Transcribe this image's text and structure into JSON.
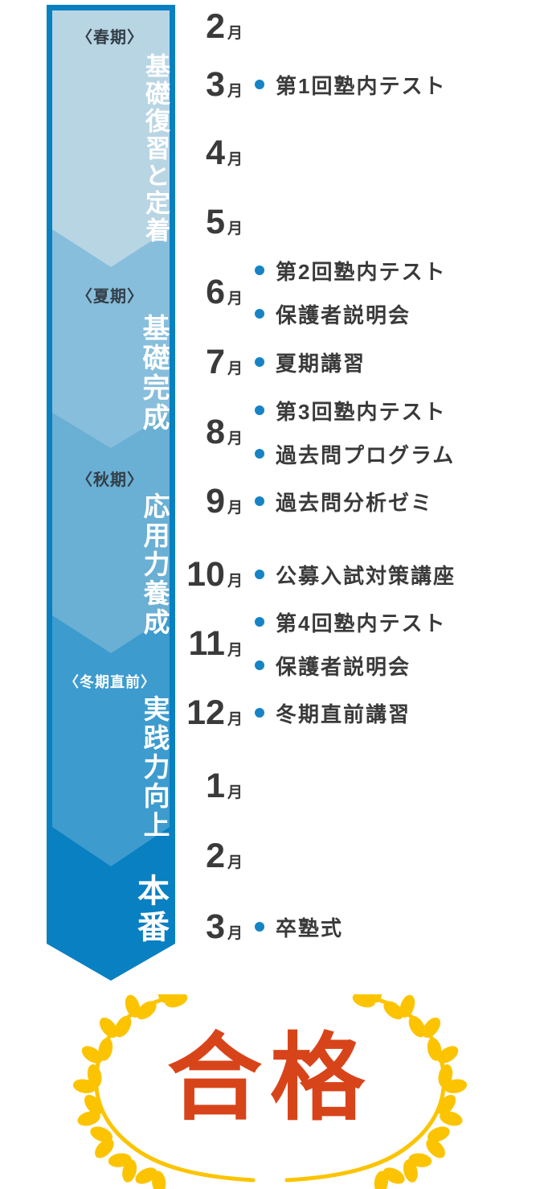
{
  "phases": [
    {
      "tag": "〈春期〉",
      "title": "基礎復習と定着",
      "color": "#b8d5e4",
      "tag_color": "dark"
    },
    {
      "tag": "〈夏期〉",
      "title": "基礎完成",
      "color": "#87bedc",
      "tag_color": "dark"
    },
    {
      "tag": "〈秋期〉",
      "title": "応用力養成",
      "color": "#6aafd4",
      "tag_color": "dark"
    },
    {
      "tag": "〈冬期直前〉",
      "title": "実践力向上",
      "color": "#3d9bce",
      "tag_color": "white"
    },
    {
      "tag": "",
      "title": "本番",
      "color": "#0880c2",
      "tag_color": "white"
    }
  ],
  "timeline": {
    "months": [
      {
        "num": "2",
        "suffix": "月",
        "events": []
      },
      {
        "num": "3",
        "suffix": "月",
        "events": [
          "第1回塾内テスト"
        ]
      },
      {
        "num": "4",
        "suffix": "月",
        "events": []
      },
      {
        "num": "5",
        "suffix": "月",
        "events": []
      },
      {
        "num": "6",
        "suffix": "月",
        "events": [
          "第2回塾内テスト",
          "保護者説明会"
        ]
      },
      {
        "num": "7",
        "suffix": "月",
        "events": [
          "夏期講習"
        ]
      },
      {
        "num": "8",
        "suffix": "月",
        "events": [
          "第3回塾内テスト",
          "過去問プログラム"
        ]
      },
      {
        "num": "9",
        "suffix": "月",
        "events": [
          "過去問分析ゼミ"
        ]
      },
      {
        "num": "10",
        "suffix": "月",
        "events": [
          "公募入試対策講座"
        ]
      },
      {
        "num": "11",
        "suffix": "月",
        "events": [
          "第4回塾内テスト",
          "保護者説明会"
        ]
      },
      {
        "num": "12",
        "suffix": "月",
        "events": [
          "冬期直前講習"
        ]
      },
      {
        "num": "1",
        "suffix": "月",
        "events": []
      },
      {
        "num": "2",
        "suffix": "月",
        "events": []
      },
      {
        "num": "3",
        "suffix": "月",
        "events": [
          "卒塾式"
        ]
      }
    ]
  },
  "result": {
    "text": "合格"
  },
  "colors": {
    "ribbon_border": "#0880c2",
    "bullet": "#1583c5",
    "text_dark": "#3a3a3a",
    "laurel_gold": "#fcc400",
    "result_red": "#d8441a"
  }
}
